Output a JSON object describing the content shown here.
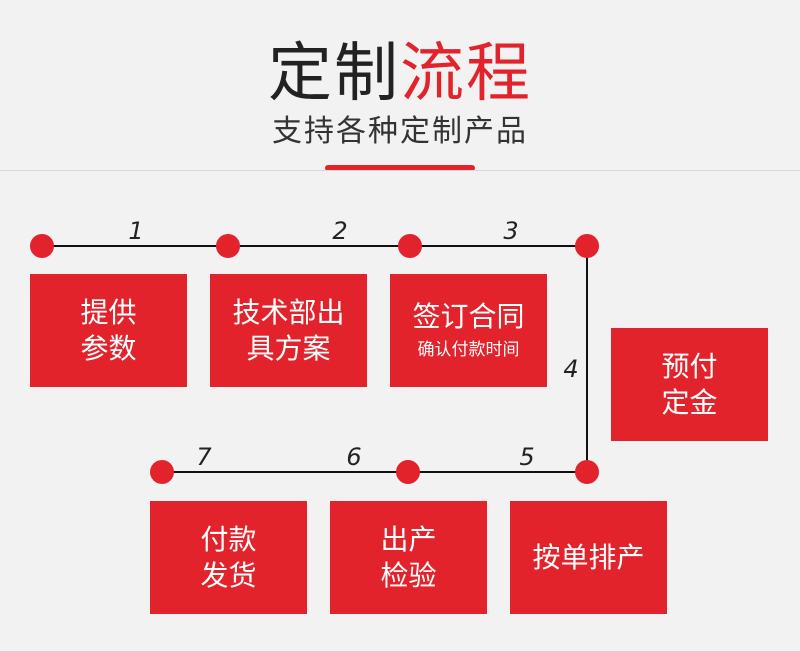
{
  "header": {
    "title_dark": "定制",
    "title_red": "流程",
    "subtitle": "支持各种定制产品"
  },
  "colors": {
    "accent": "#e2232c",
    "line": "#111111",
    "background": "#f2f2f2"
  },
  "steps": [
    {
      "num": "1",
      "lines": [
        "提供",
        "参数"
      ]
    },
    {
      "num": "2",
      "lines": [
        "技术部出",
        "具方案"
      ]
    },
    {
      "num": "3",
      "lines": [
        "签订合同"
      ],
      "sub": "确认付款时间"
    },
    {
      "num": "4",
      "lines": [
        "预付",
        "定金"
      ]
    },
    {
      "num": "5",
      "lines": [
        "按单排产"
      ]
    },
    {
      "num": "6",
      "lines": [
        "出产",
        "检验"
      ]
    },
    {
      "num": "7",
      "lines": [
        "付款",
        "发货"
      ]
    }
  ]
}
